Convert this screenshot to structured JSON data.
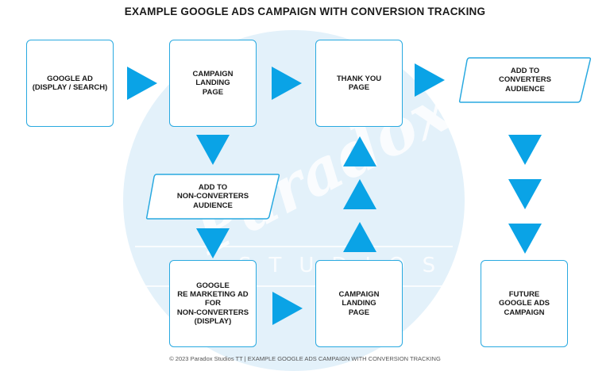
{
  "title": "EXAMPLE GOOGLE ADS CAMPAIGN WITH CONVERSION TRACKING",
  "watermark": {
    "script": "Paradox",
    "studios": "STUDIOS"
  },
  "nodes": {
    "google_ad": "GOOGLE AD\n(DISPLAY / SEARCH)",
    "landing_page_1": "CAMPAIGN\nLANDING\nPAGE",
    "thank_you": "THANK YOU\nPAGE",
    "converters_audience": "ADD TO\nCONVERTERS\nAUDIENCE",
    "non_converters_audience": "ADD TO\nNON-CONVERTERS\nAUDIENCE",
    "remarketing_ad": "GOOGLE\nRE MARKETING AD\nFOR\nNON-CONVERTERS\n(DISPLAY)",
    "landing_page_2": "CAMPAIGN\nLANDING\nPAGE",
    "future_campaign": "FUTURE\nGOOGLE ADS\nCAMPAIGN"
  },
  "footer": "© 2023 Paradox Studios TT | EXAMPLE GOOGLE ADS CAMPAIGN WITH CONVERSION TRACKING",
  "colors": {
    "accent": "#29a9e0",
    "arrow": "#0aa3e6",
    "watermark": "#e3f1fa"
  }
}
